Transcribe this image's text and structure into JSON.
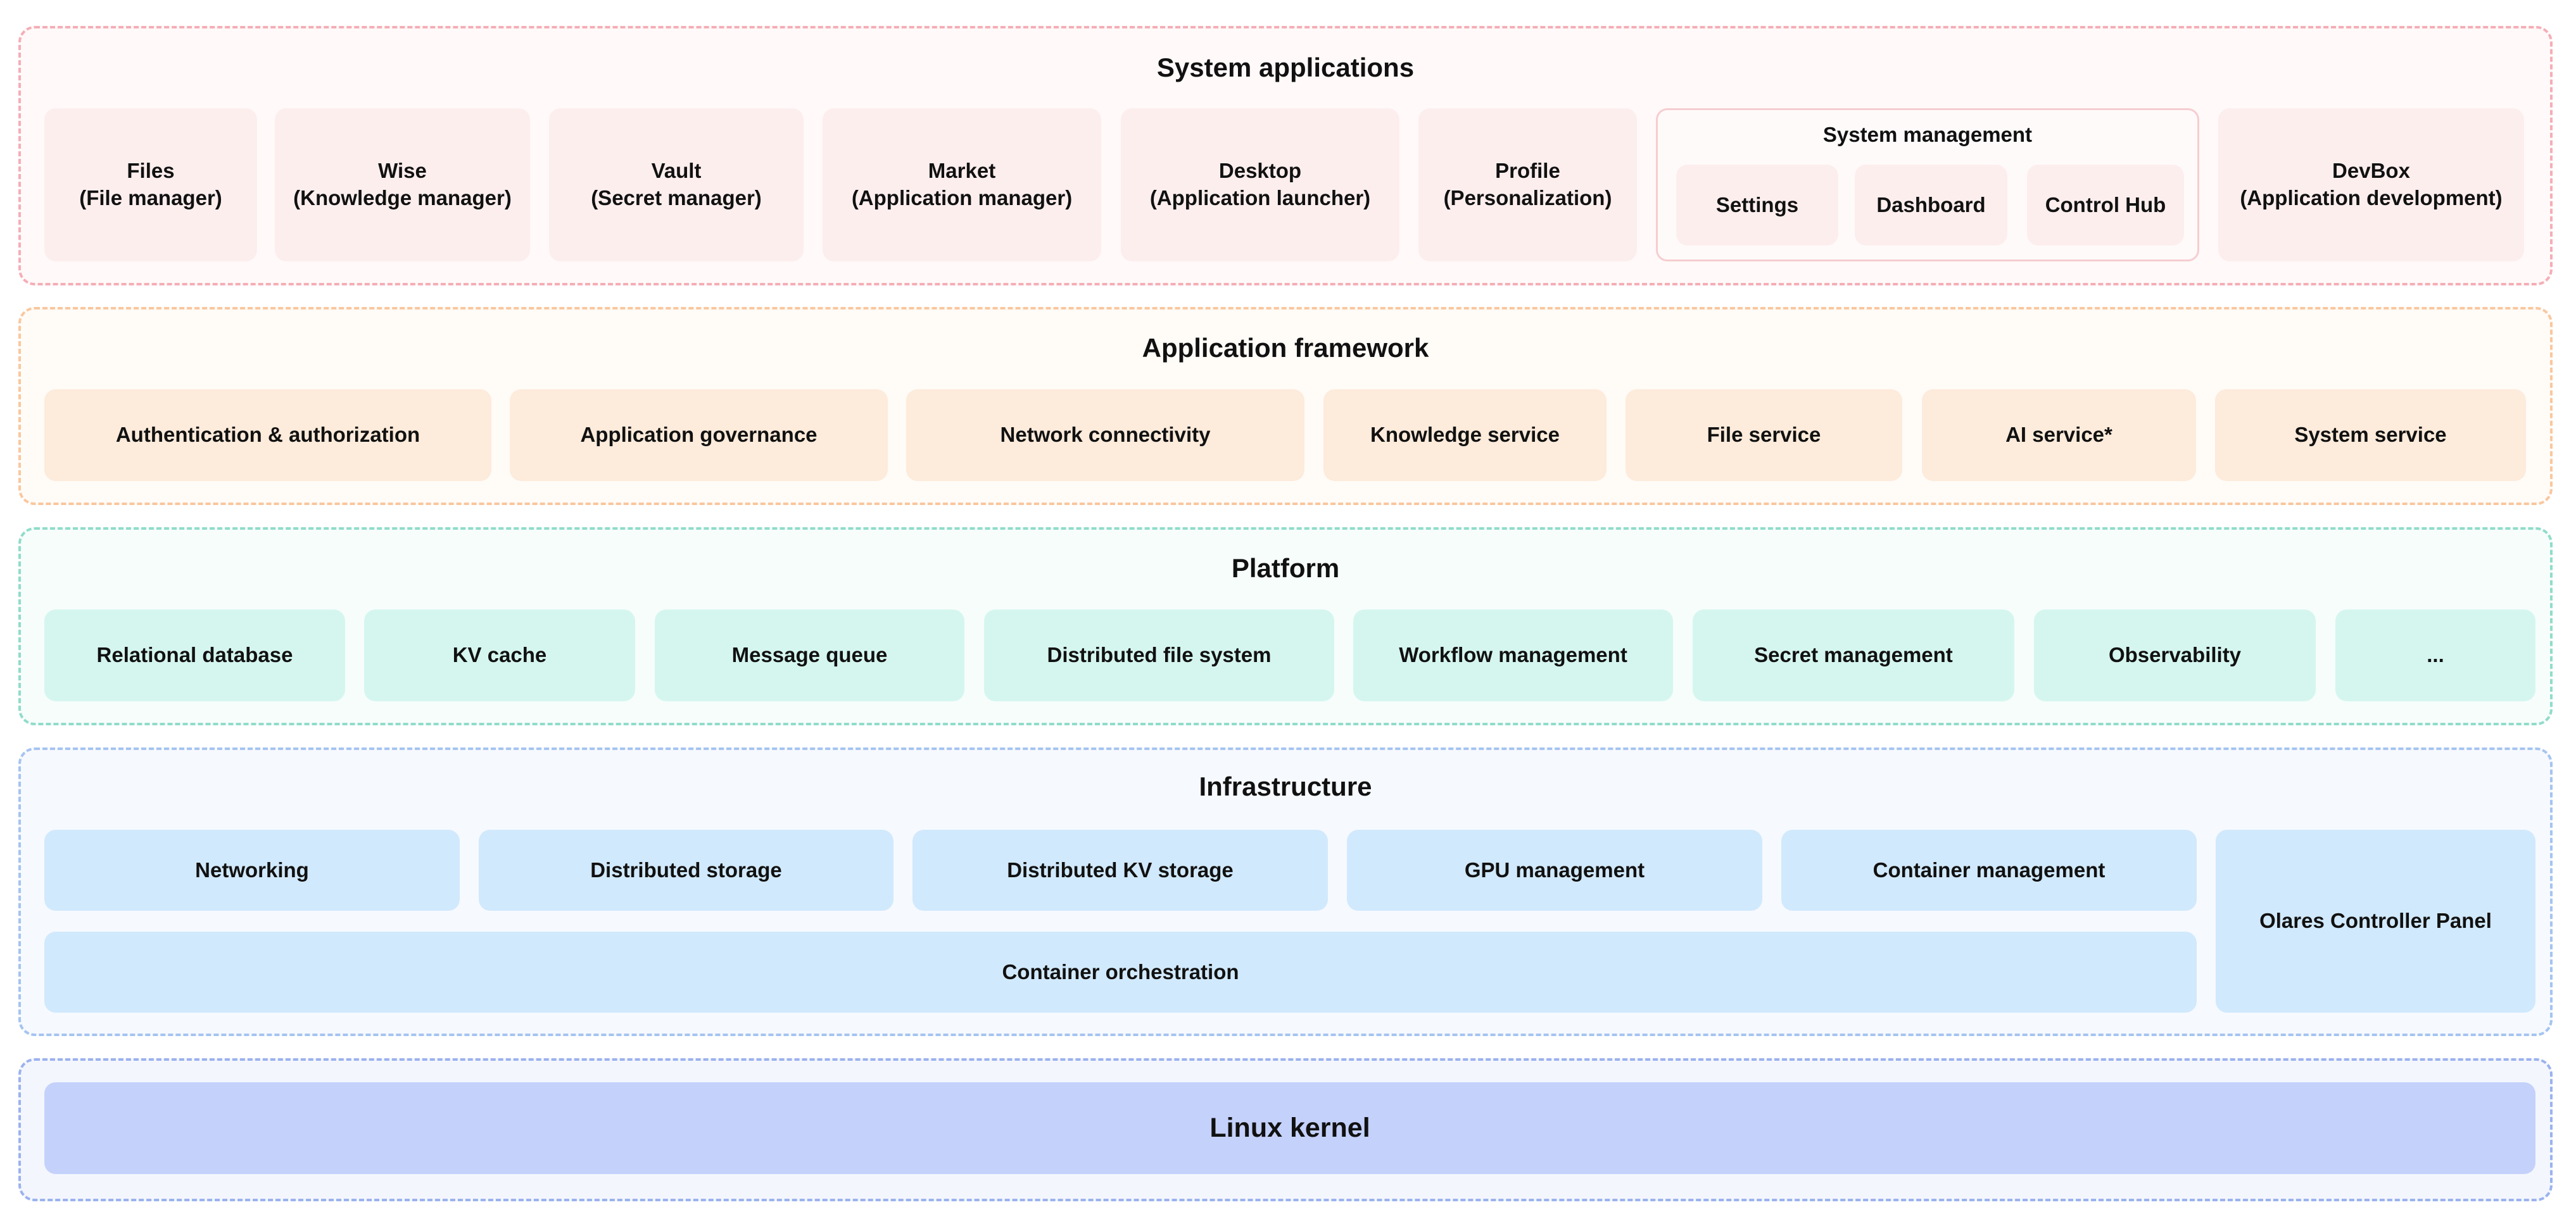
{
  "system_applications": {
    "title": "System applications",
    "apps": [
      "Files\n(File manager)",
      "Wise\n(Knowledge manager)",
      "Vault\n(Secret manager)",
      "Market\n(Application manager)",
      "Desktop\n(Application launcher)",
      "Profile\n(Personalization)"
    ],
    "system_management": {
      "title": "System management",
      "items": [
        "Settings",
        "Dashboard",
        "Control Hub"
      ]
    },
    "devbox": "DevBox\n(Application development)"
  },
  "application_framework": {
    "title": "Application framework",
    "items": [
      "Authentication & authorization",
      "Application governance",
      "Network connectivity",
      "Knowledge service",
      "File service",
      "AI service*",
      "System service"
    ]
  },
  "platform": {
    "title": "Platform",
    "items": [
      "Relational database",
      "KV cache",
      "Message queue",
      "Distributed  file system",
      "Workflow management",
      "Secret management",
      "Observability",
      "..."
    ]
  },
  "infrastructure": {
    "title": "Infrastructure",
    "items": [
      "Networking",
      "Distributed storage",
      "Distributed KV storage",
      "GPU management",
      "Container management"
    ],
    "orchestration": "Container orchestration",
    "controller_panel": "Olares Controller Panel"
  },
  "kernel": {
    "label": "Linux kernel"
  }
}
